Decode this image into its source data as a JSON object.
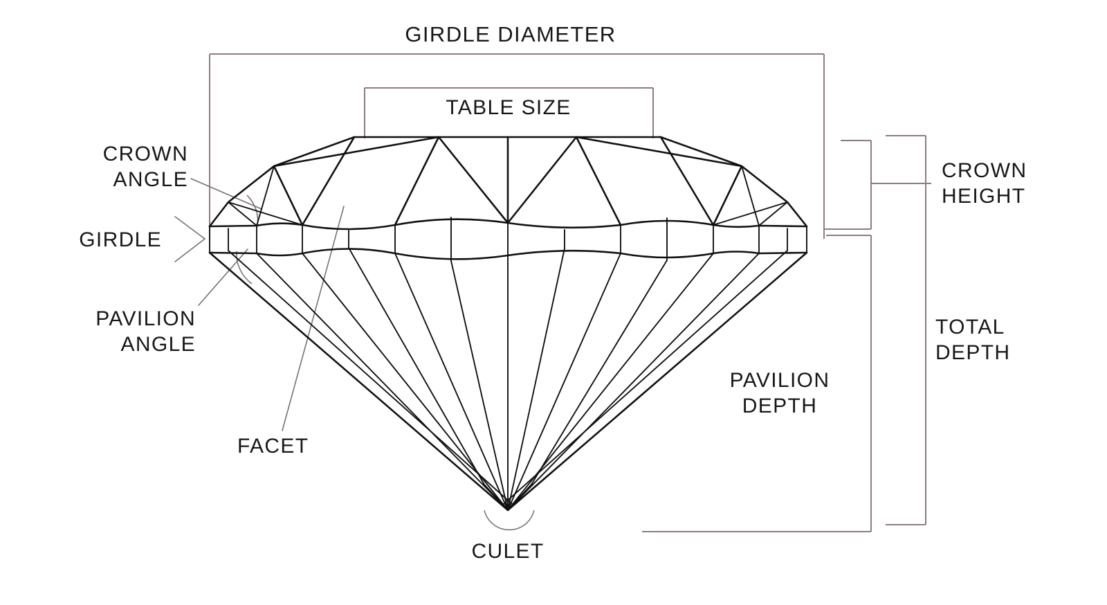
{
  "diagram": {
    "title": "Diamond Anatomy Cut Diagram",
    "subject": "round brilliant diamond side profile",
    "background_color": "#ffffff",
    "gem_outline_color": "#111111",
    "measure_line_color": "#8d7b7f",
    "leader_line_color": "#777073"
  },
  "labels": {
    "girdle_diameter": "GIRDLE DIAMETER",
    "table_size": "TABLE SIZE",
    "crown_angle": "CROWN\nANGLE",
    "girdle": "GIRDLE",
    "pavilion_angle": "PAVILION\nANGLE",
    "facet": "FACET",
    "culet": "CULET",
    "crown_height": "CROWN\nHEIGHT",
    "total_depth": "TOTAL\nDEPTH",
    "pavilion_depth": "PAVILION\nDEPTH"
  },
  "measures": [
    {
      "id": "girdle-diameter",
      "label": "GIRDLE DIAMETER",
      "orientation": "horizontal",
      "position": "top"
    },
    {
      "id": "table-size",
      "label": "TABLE SIZE",
      "orientation": "horizontal",
      "position": "top-inner"
    },
    {
      "id": "crown-height",
      "label": "CROWN HEIGHT",
      "orientation": "vertical",
      "position": "right-upper"
    },
    {
      "id": "pavilion-depth",
      "label": "PAVILION DEPTH",
      "orientation": "vertical",
      "position": "right-inner"
    },
    {
      "id": "total-depth",
      "label": "TOTAL DEPTH",
      "orientation": "vertical",
      "position": "right-outer"
    }
  ],
  "callouts": [
    {
      "id": "crown-angle",
      "label": "CROWN ANGLE",
      "pointer": "leader-line",
      "target": "crown-facet-junction"
    },
    {
      "id": "girdle",
      "label": "GIRDLE",
      "pointer": "chevron",
      "target": "girdle-band"
    },
    {
      "id": "pavilion-angle",
      "label": "PAVILION ANGLE",
      "pointer": "leader-line",
      "target": "pavilion-edge"
    },
    {
      "id": "facet",
      "label": "FACET",
      "pointer": "leader-line",
      "target": "crown-facet"
    },
    {
      "id": "culet",
      "label": "CULET",
      "pointer": "arc",
      "target": "culet-point"
    }
  ]
}
